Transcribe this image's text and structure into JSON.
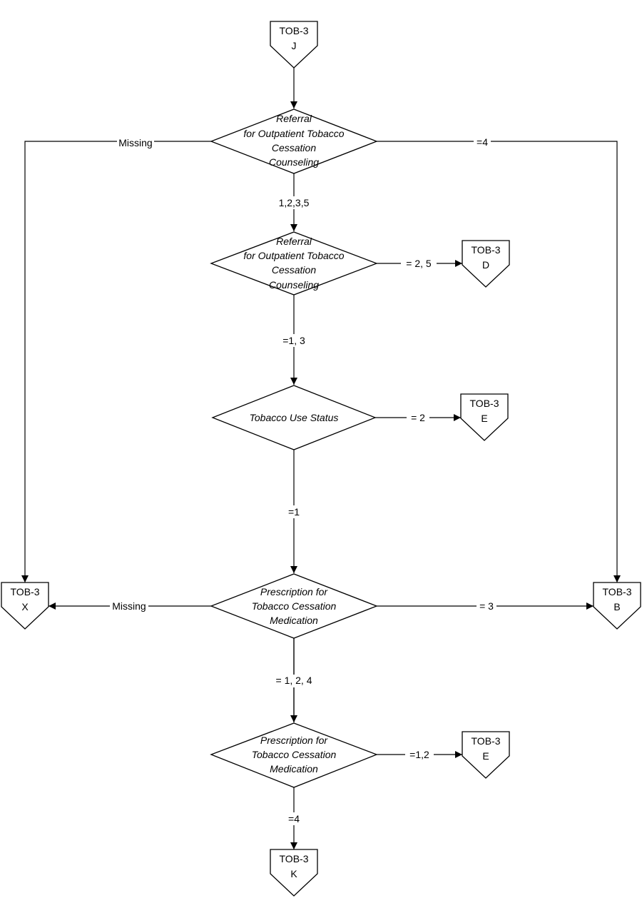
{
  "connectors": {
    "top_j": {
      "line1": "TOB-3",
      "line2": "J"
    },
    "d": {
      "line1": "TOB-3",
      "line2": "D"
    },
    "e1": {
      "line1": "TOB-3",
      "line2": "E"
    },
    "x": {
      "line1": "TOB-3",
      "line2": "X"
    },
    "b": {
      "line1": "TOB-3",
      "line2": "B"
    },
    "e2": {
      "line1": "TOB-3",
      "line2": "E"
    },
    "k": {
      "line1": "TOB-3",
      "line2": "K"
    }
  },
  "decisions": {
    "referral1": [
      "Referral",
      "for Outpatient Tobacco",
      "Cessation",
      "Counseling"
    ],
    "referral2": [
      "Referral",
      "for Outpatient Tobacco",
      "Cessation",
      "Counseling"
    ],
    "tobacco_use": [
      "Tobacco Use Status"
    ],
    "prescription1": [
      "Prescription for",
      "Tobacco Cessation",
      "Medication"
    ],
    "prescription2": [
      "Prescription for",
      "Tobacco Cessation",
      "Medication"
    ]
  },
  "edges": {
    "ref1_missing": "Missing",
    "ref1_eq4": "=4",
    "ref1_down": "1,2,3,5",
    "ref2_right": "= 2, 5",
    "ref2_down": "=1, 3",
    "use_right": "= 2",
    "use_down": "=1",
    "rx1_missing": "Missing",
    "rx1_right": "= 3",
    "rx1_down": "= 1, 2, 4",
    "rx2_right": "=1,2",
    "rx2_down": "=4"
  }
}
